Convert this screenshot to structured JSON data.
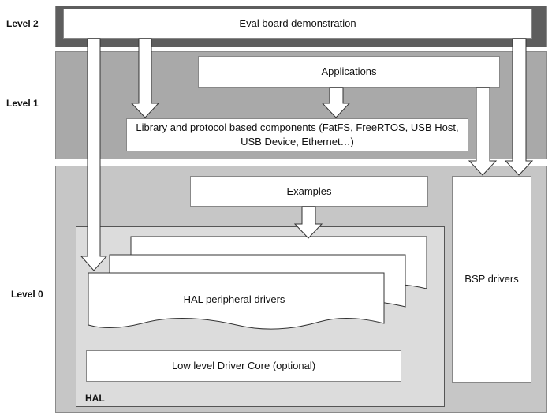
{
  "levels": {
    "level2": "Level 2",
    "level1": "Level 1",
    "level0": "Level 0"
  },
  "boxes": {
    "eval_board": "Eval board demonstration",
    "applications": "Applications",
    "library": "Library and protocol based components (FatFS, FreeRTOS, USB Host, USB Device, Ethernet…)",
    "examples": "Examples",
    "hal_peripheral": "HAL peripheral drivers",
    "low_level": "Low level Driver Core (optional)",
    "bsp": "BSP drivers",
    "hal": "HAL"
  },
  "colors": {
    "level2_band": "#5e5e5e",
    "level1_band": "#a9a9a9",
    "level0_band": "#c6c6c6",
    "hal_area": "#dcdcdc"
  }
}
